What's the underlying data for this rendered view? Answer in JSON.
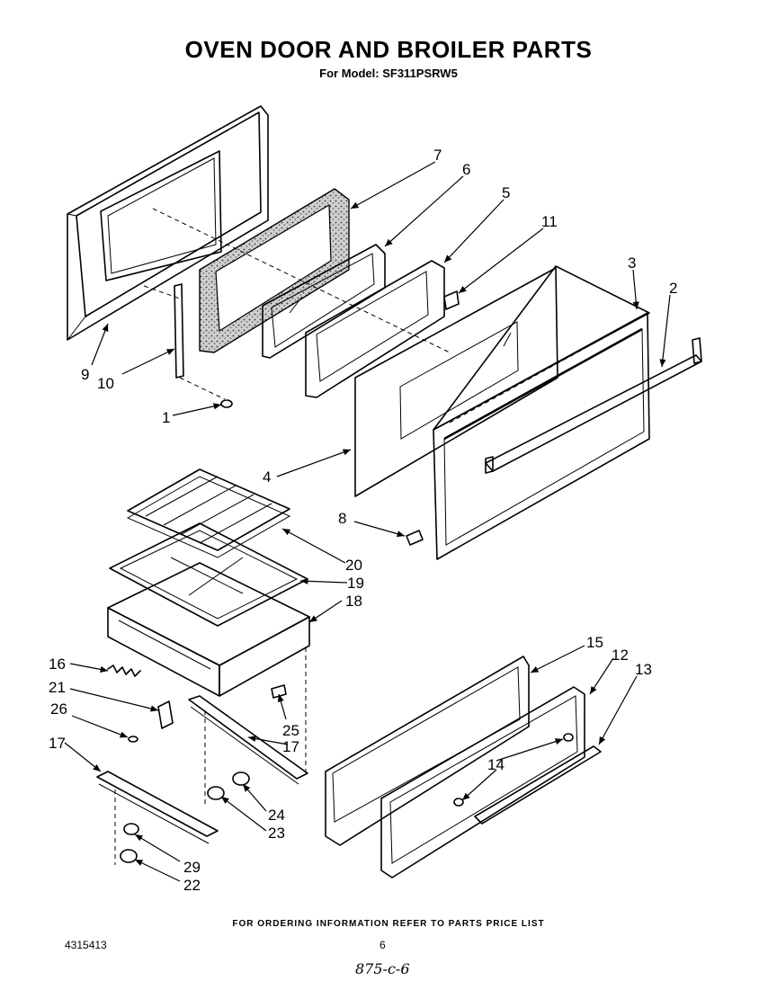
{
  "title": "OVEN DOOR AND BROILER PARTS",
  "subtitle": "For Model: SF311PSRW5",
  "footer_note": "FOR ORDERING INFORMATION REFER TO PARTS PRICE LIST",
  "document_number": "4315413",
  "page_number": "6",
  "handwritten_note": "875-c-6",
  "callouts": [
    "7",
    "6",
    "5",
    "11",
    "3",
    "2",
    "9",
    "10",
    "1",
    "4",
    "8",
    "20",
    "19",
    "18",
    "16",
    "21",
    "26",
    "25",
    "17",
    "17",
    "15",
    "12",
    "13",
    "14",
    "24",
    "23",
    "29",
    "22"
  ]
}
